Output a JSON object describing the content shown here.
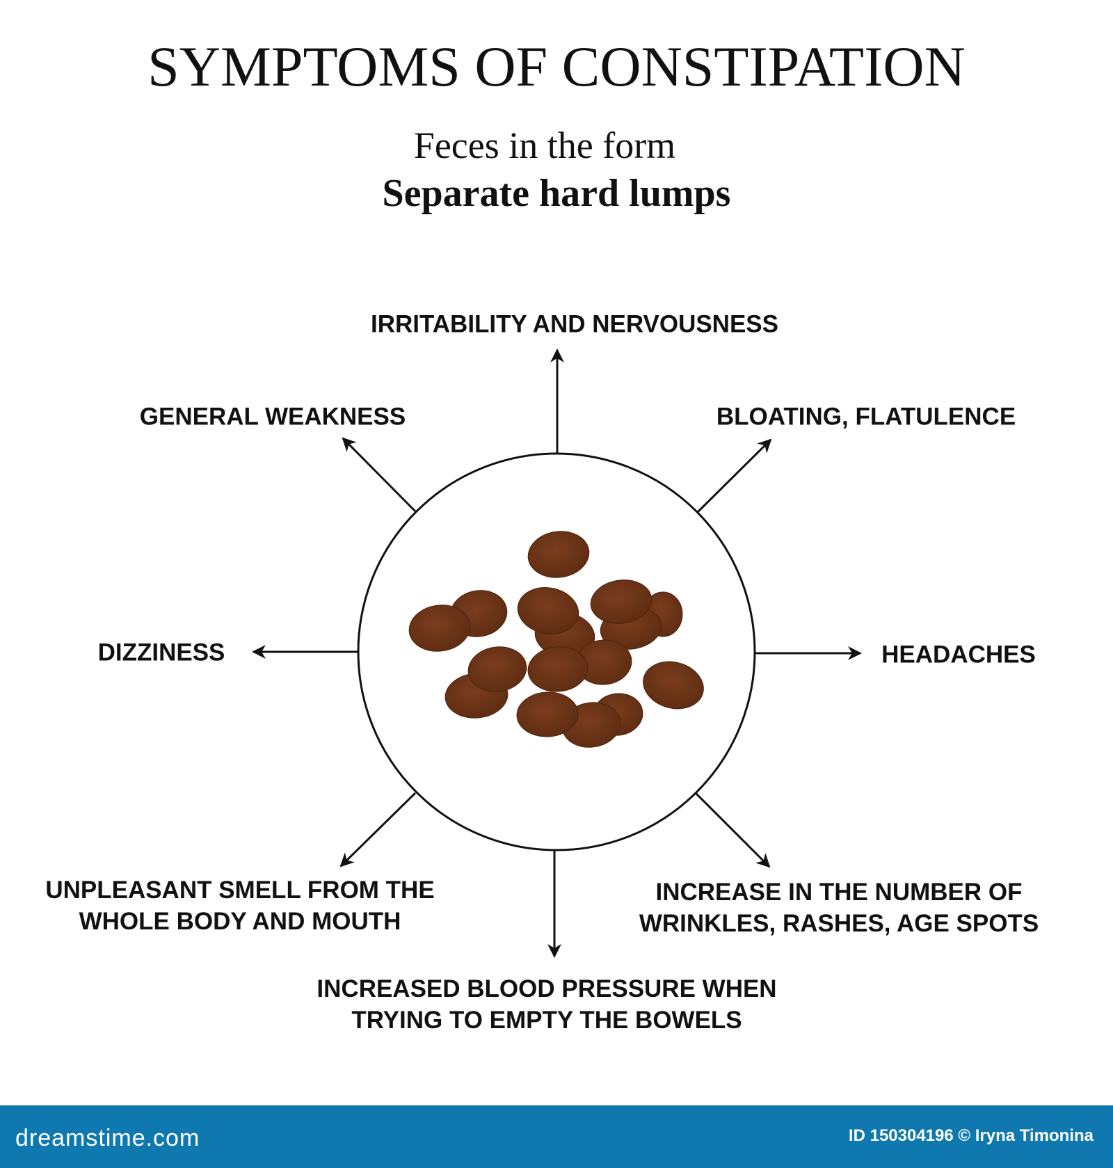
{
  "title": "SYMPTOMS OF CONSTIPATION",
  "subtitle_line1": "Feces in the form",
  "subtitle_line2": "Separate hard lumps",
  "colors": {
    "lump": "#6b3418",
    "footer": "#0f78ae"
  },
  "symptoms": {
    "top": "IRRITABILITY AND NERVOUSNESS",
    "top_left": "GENERAL WEAKNESS",
    "top_right": "BLOATING, FLATULENCE",
    "left": "DIZZINESS",
    "right": "HEADACHES",
    "bottom_left": [
      "UNPLEASANT SMELL FROM THE",
      "WHOLE BODY AND MOUTH"
    ],
    "bottom_right": [
      "INCREASE IN THE NUMBER OF",
      "WRINKLES, RASHES, AGE SPOTS"
    ],
    "bottom": [
      "INCREASED BLOOD PRESSURE WHEN",
      "TRYING TO EMPTY THE BOWELS"
    ]
  },
  "footer": {
    "logo": "dreamstime.com",
    "credit": "ID 150304196 © Iryna Timonina"
  }
}
